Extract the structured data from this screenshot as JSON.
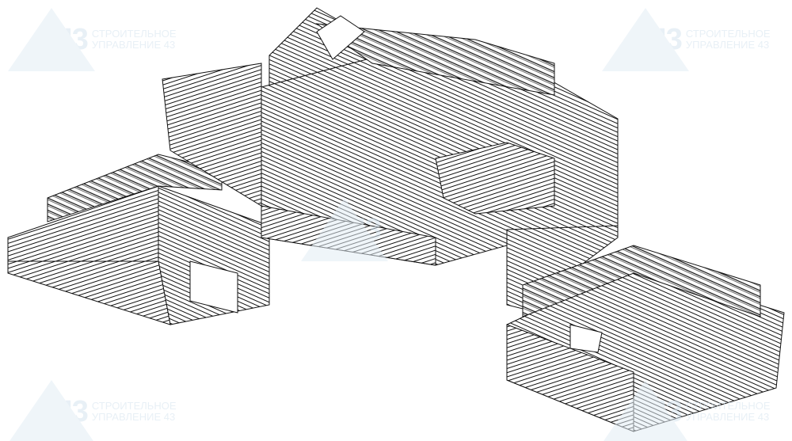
{
  "drawing": {
    "title": "Log house isometric frame"
  },
  "watermark": {
    "logo": "СУ43",
    "line1": "СТРОИТЕЛЬНОЕ",
    "line2": "УПРАВЛЕНИЕ 43"
  },
  "colors": {
    "line": "#111111",
    "background": "#ffffff",
    "watermark": "#d6e4ef"
  }
}
